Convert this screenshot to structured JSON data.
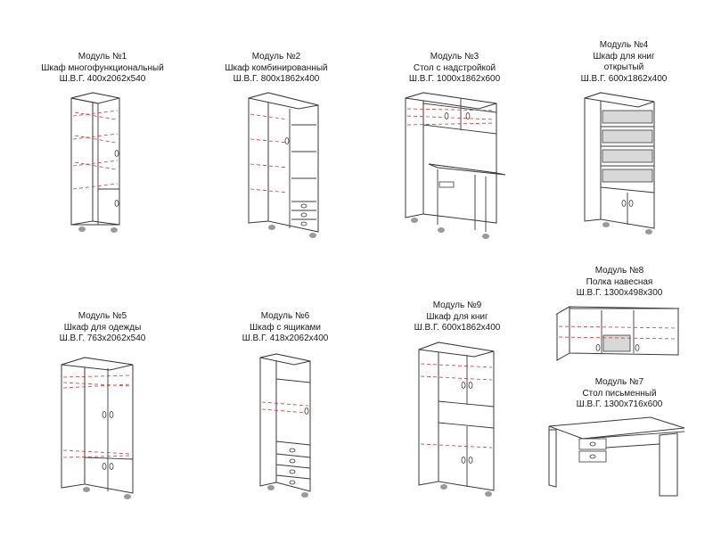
{
  "modules": [
    {
      "title": "Модуль №1",
      "name": "Шкаф многофункциональный",
      "dims": "Ш.В.Г. 400x2062x540"
    },
    {
      "title": "Модуль №2",
      "name": "Шкаф комбинированный",
      "dims": "Ш.В.Г. 800x1862x400"
    },
    {
      "title": "Модуль №3",
      "name": "Стол с надстройкой",
      "dims": "Ш.В.Г. 1000x1862x600"
    },
    {
      "title": "Модуль №4",
      "name": "Шкаф для книг открытый",
      "name_line1": "Шкаф для книг",
      "name_line2": "открытый",
      "dims": "Ш.В.Г. 600x1862x400"
    },
    {
      "title": "Модуль №5",
      "name": "Шкаф для одежды",
      "dims": "Ш.В.Г. 763x2062x540"
    },
    {
      "title": "Модуль №6",
      "name": "Шкаф с ящиками",
      "dims": "Ш.В.Г. 418x2062x400"
    },
    {
      "title": "Модуль №9",
      "name": "Шкаф для книг",
      "dims": "Ш.В.Г. 600x1862x400"
    },
    {
      "title": "Модуль №8",
      "name": "Полка навесная",
      "dims": "Ш.В.Г. 1300x498x300"
    },
    {
      "title": "Модуль №7",
      "name": "Стол письменный",
      "dims": "Ш.В.Г. 1300x716x600"
    }
  ]
}
